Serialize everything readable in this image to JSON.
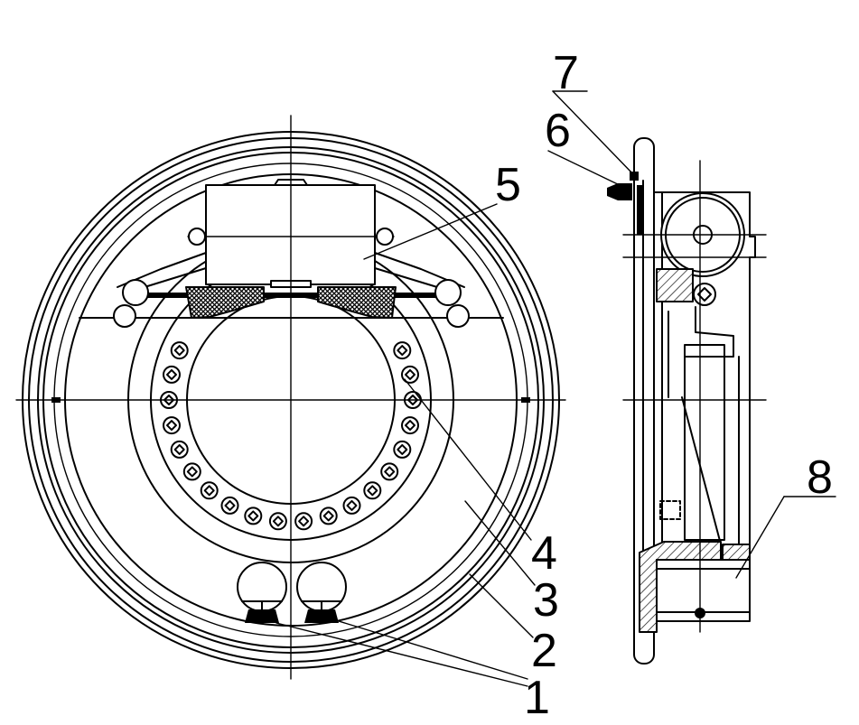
{
  "callouts": {
    "part1": "1",
    "part2": "2",
    "part3": "3",
    "part4": "4",
    "part5": "5",
    "part6": "6",
    "part7": "7",
    "part8": "8"
  },
  "colors": {
    "ink": "#000000",
    "paper": "#ffffff"
  }
}
